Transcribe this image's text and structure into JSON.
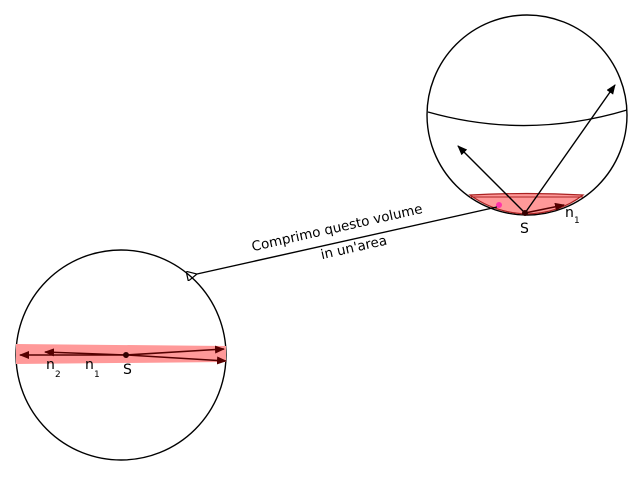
{
  "top_sphere": {
    "source_label": "S",
    "normal_label": "n",
    "normal_sub": "1"
  },
  "bottom_sphere": {
    "source_label": "S",
    "normal1_label": "n",
    "normal1_sub": "1",
    "normal2_label": "n",
    "normal2_sub": "2"
  },
  "annotation": {
    "line1": "Comprimo questo volume",
    "line2": "in un'area"
  },
  "colors": {
    "band_fill": "#ff9999",
    "band_stroke": "#cc3333",
    "arrow_dark": "#550000",
    "dot": "#ff33aa"
  }
}
